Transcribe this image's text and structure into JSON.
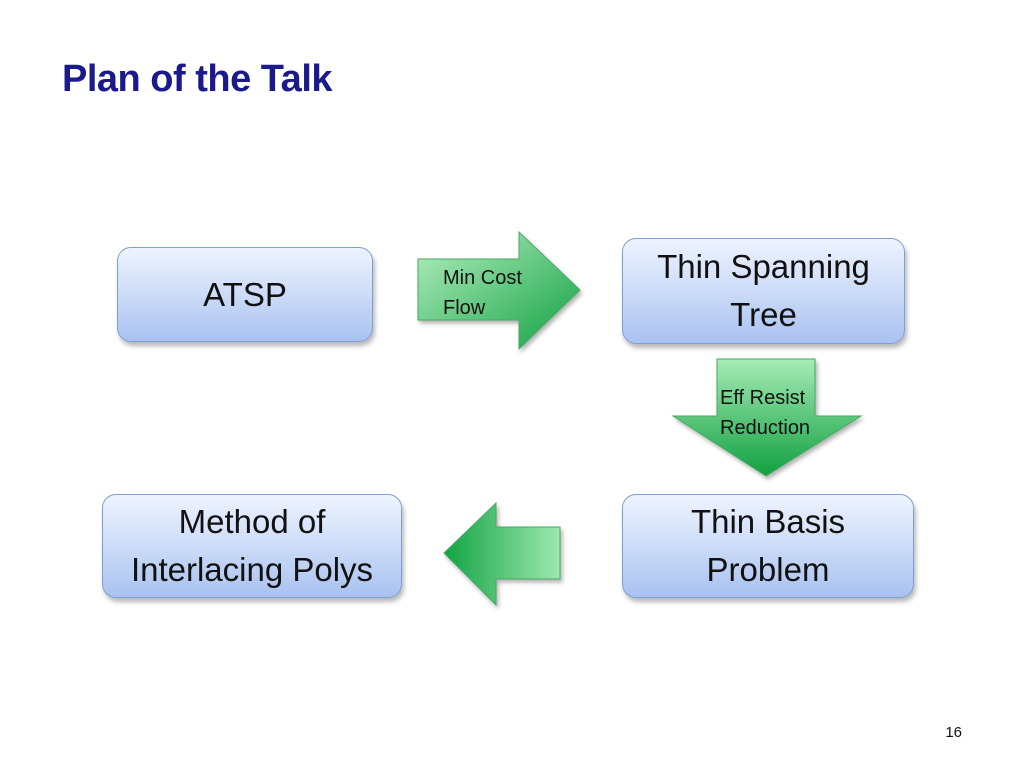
{
  "slide": {
    "title": "Plan of the Talk",
    "page_number": "16"
  },
  "nodes": {
    "atsp": "ATSP",
    "thin_spanning_tree": [
      "Thin Spanning",
      "Tree"
    ],
    "thin_basis_problem": [
      "Thin Basis",
      "Problem"
    ],
    "method_interlacing": [
      "Method of",
      "Interlacing Polys"
    ]
  },
  "edges": {
    "min_cost_flow": [
      "Min Cost",
      "Flow"
    ],
    "eff_resist_reduction": [
      "Eff Resist",
      "Reduction"
    ]
  },
  "colors": {
    "title": "#1a1a8c",
    "box_border": "#7d9fd6",
    "arrow_light": "#8fe0a4",
    "arrow_dark": "#18a84a"
  }
}
